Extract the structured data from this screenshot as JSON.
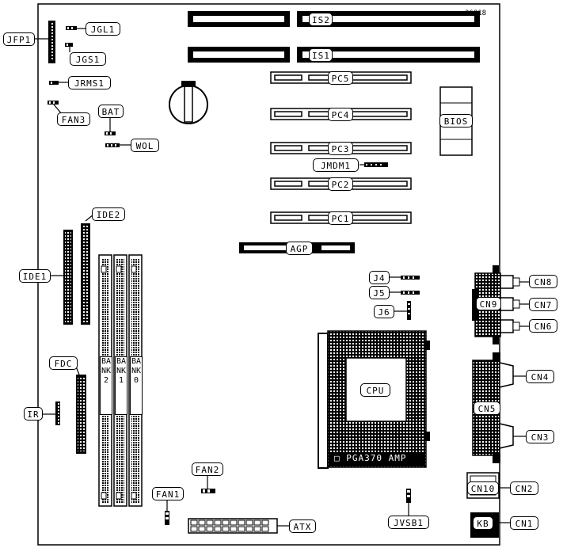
{
  "figure_id": "36818",
  "labels": {
    "jfp1": "JFP1",
    "jgl1": "JGL1",
    "jgs1": "JGS1",
    "jrms1": "JRMS1",
    "fan3": "FAN3",
    "bat": "BAT",
    "wol": "WOL",
    "ide1": "IDE1",
    "ide2": "IDE2",
    "fdc": "FDC",
    "ir": "IR",
    "fan1": "FAN1",
    "fan2": "FAN2",
    "atx": "ATX",
    "is1": "IS1",
    "is2": "IS2",
    "pc1": "PC1",
    "pc2": "PC2",
    "pc3": "PC3",
    "pc4": "PC4",
    "pc5": "PC5",
    "agp": "AGP",
    "jmdm1": "JMDM1",
    "bios": "BIOS",
    "j4": "J4",
    "j5": "J5",
    "j6": "J6",
    "cpu": "CPU",
    "pga": "PGA370  AMP",
    "jvsb1": "JVSB1",
    "cn1": "CN1",
    "cn2": "CN2",
    "cn3": "CN3",
    "cn4": "CN4",
    "cn5": "CN5",
    "cn6": "CN6",
    "cn7": "CN7",
    "cn8": "CN8",
    "cn9": "CN9",
    "cn10": "CN10",
    "kb": "KB",
    "bank0": "BANK0",
    "bank1": "BANK1",
    "bank2": "BANK2"
  }
}
